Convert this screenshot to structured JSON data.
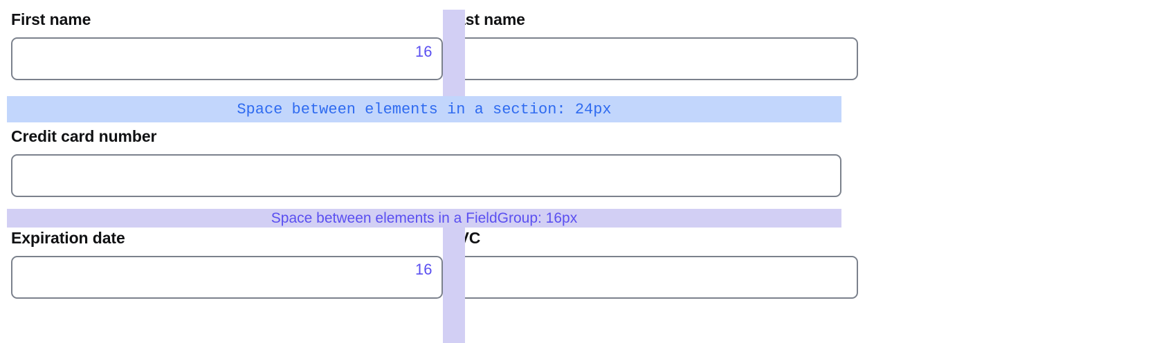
{
  "form": {
    "rows": [
      {
        "id": "name-row",
        "fields": [
          {
            "id": "first-name",
            "label": "First name",
            "value": "",
            "placeholder": ""
          },
          {
            "id": "last-name",
            "label": "Last name",
            "value": "",
            "placeholder": ""
          }
        ],
        "gap_label": "16"
      },
      {
        "id": "card-row",
        "fields": [
          {
            "id": "credit-card-number",
            "label": "Credit card number",
            "value": "",
            "placeholder": ""
          }
        ],
        "gap_label": ""
      },
      {
        "id": "expiry-cvc-row",
        "fields": [
          {
            "id": "expiration-date",
            "label": "Expiration date",
            "value": "",
            "placeholder": ""
          },
          {
            "id": "cvc",
            "label": "CVC",
            "value": "",
            "placeholder": ""
          }
        ],
        "gap_label": "16"
      }
    ]
  },
  "annotations": {
    "section_spacing": {
      "text": "Space between elements in a section: 24px",
      "value": "24px",
      "band_color": "#c2d6fc",
      "text_color": "#2f6bf0"
    },
    "fieldgroup_spacing": {
      "text": "Space between elements in a FieldGroup: 16px",
      "value": "16px",
      "band_color": "#d2cff4",
      "text_color": "#5a4ff0"
    },
    "horizontal_gap": {
      "label": "16",
      "strip_color": "#d2cff4",
      "text_color": "#5a4ff0"
    }
  },
  "colors": {
    "page_background": "#ffffff",
    "input_border": "#7b818c",
    "label_text": "#101113"
  }
}
